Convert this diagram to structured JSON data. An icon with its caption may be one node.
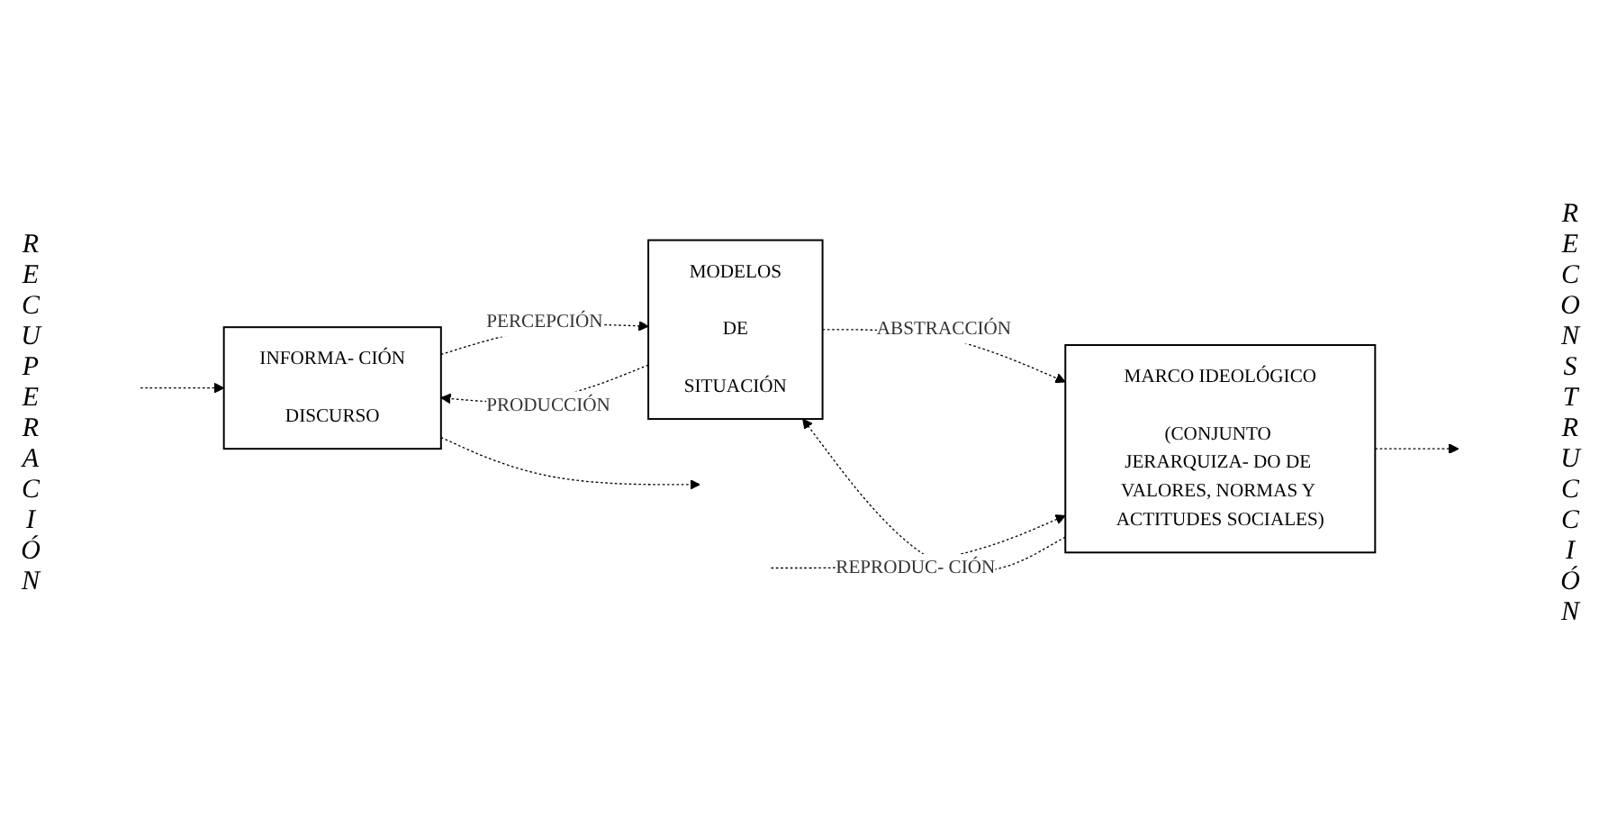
{
  "diagram": {
    "nodes": [
      {
        "text": [
          "INFORMA- CIÓN",
          "DISCURSO"
        ]
      },
      {
        "text": [
          "MODELOS",
          "DE",
          "SITUACIÓN"
        ]
      },
      {
        "text": [
          "MARCO IDEOLÓGICO",
          "(CONJUNTO JERARQUIZA- DO DE VALORES, NORMAS Y ACTITUDES SOCIALES)"
        ]
      }
    ],
    "edges": [
      {
        "from": null,
        "to": 0,
        "arrow": "to",
        "style": "dashed"
      },
      {
        "from": 0,
        "to": 1,
        "arrow": "to",
        "style": "dashed",
        "label": "PERCEPCIÓN"
      },
      {
        "from": 1,
        "to": 2,
        "arrow": "to",
        "style": "dashed",
        "label": "ABSTRACCIÓN"
      },
      {
        "from": 2,
        "to": null,
        "arrow": "to",
        "style": "dashed"
      },
      {
        "from": 0,
        "to": null,
        "arrow": "to",
        "style": "dashed"
      },
      {
        "from": 1,
        "to": 0,
        "arrow": "to",
        "style": "dashed",
        "label": "PRODUCCIÓN"
      },
      {
        "from": 2,
        "to": 1,
        "arrow": "to",
        "style": "dashed",
        "label": "REPRODUC- CIÓN"
      },
      {
        "from": null,
        "to": 2,
        "arrow": "to",
        "style": "dashed"
      }
    ],
    "labels": [
      "RECUPERACIÓN",
      "RECONSTRUCCIÓN"
    ]
  }
}
